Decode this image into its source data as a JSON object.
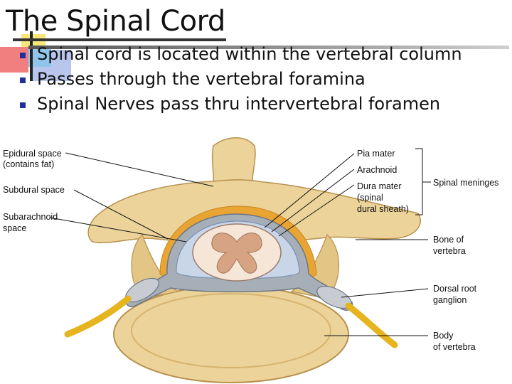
{
  "slide": {
    "title": "The Spinal Cord",
    "bullets": [
      "Spinal cord is located within the vertebral column",
      "Passes through the vertebral foramina",
      "Spinal Nerves pass thru intervertebral foramen"
    ]
  },
  "diagram": {
    "labels_left": {
      "epidural_1": "Epidural space",
      "epidural_2": "(contains fat)",
      "subdural": "Subdural space",
      "subarachnoid_1": "Subarachnoid",
      "subarachnoid_2": "space"
    },
    "labels_right": {
      "pia": "Pia mater",
      "arachnoid": "Arachnoid",
      "dura_1": "Dura mater",
      "dura_2": "(spinal",
      "dura_3": "dural sheath)",
      "meninges": "Spinal meninges",
      "bone_1": "Bone of",
      "bone_2": "vertebra",
      "drg_1": "Dorsal root",
      "drg_2": "ganglion",
      "body_1": "Body",
      "body_2": "of vertebra"
    }
  },
  "colors": {
    "bone": "#ecd39a",
    "bone_dark": "#c9a15a",
    "fat": "#e8a534",
    "dura": "#a6aeb8",
    "nerve": "#e6b41e",
    "bullet": "#1f2f9b"
  }
}
